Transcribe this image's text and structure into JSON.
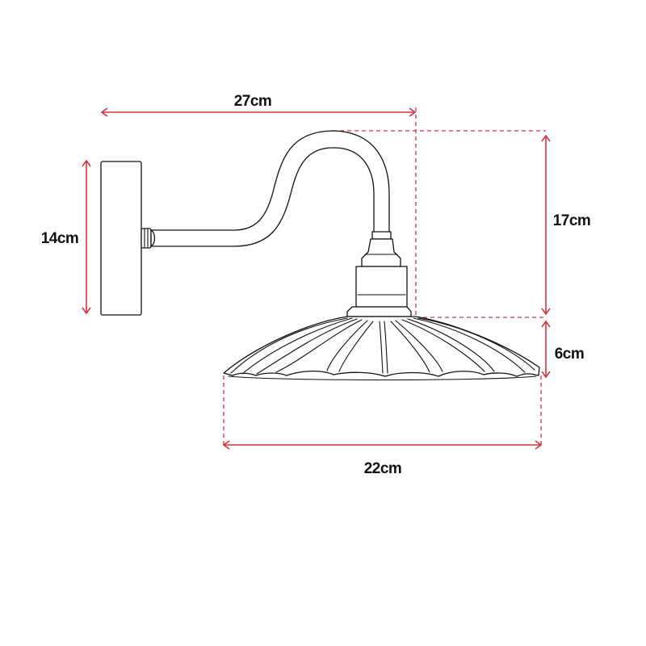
{
  "diagram": {
    "subject": "Gooseneck wall lamp with scalloped shade",
    "colors": {
      "dimension": "#d6333e",
      "ink": "#111111",
      "background": "#ffffff"
    },
    "dimensions": {
      "arm_length": "27cm",
      "backplate_height": "14cm",
      "arm_height": "17cm",
      "shade_height": "6cm",
      "shade_width": "22cm"
    }
  }
}
